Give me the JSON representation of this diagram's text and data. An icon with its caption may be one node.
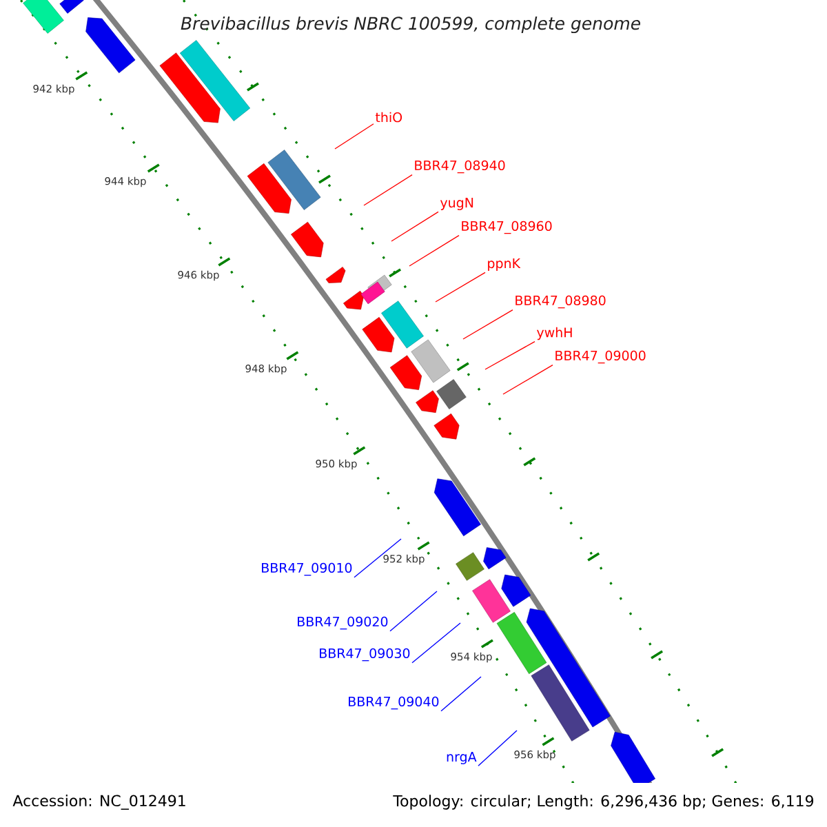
{
  "diagram": {
    "title": "Brevibacillus brevis NBRC 100599, complete genome",
    "nodes": [
      {
        "text": [
          "thiO"
        ]
      },
      {
        "text": [
          "BBR47_08940"
        ]
      },
      {
        "text": [
          "yugN"
        ]
      },
      {
        "text": [
          "BBR47_08960"
        ]
      },
      {
        "text": [
          "ppnK"
        ]
      },
      {
        "text": [
          "BBR47_08980"
        ]
      },
      {
        "text": [
          "ywhH"
        ]
      },
      {
        "text": [
          "BBR47_09000"
        ]
      },
      {
        "text": [
          "BBR47_09010"
        ]
      },
      {
        "text": [
          "BBR47_09020"
        ]
      },
      {
        "text": [
          "BBR47_09030"
        ]
      },
      {
        "text": [
          "BBR47_09040"
        ]
      },
      {
        "text": [
          "nrgA"
        ]
      }
    ],
    "edges": [
      {
        "from": 0,
        "to": null,
        "arrow": "none"
      },
      {
        "from": 1,
        "to": null,
        "arrow": "none"
      },
      {
        "from": 2,
        "to": null,
        "arrow": "none"
      },
      {
        "from": 3,
        "to": null,
        "arrow": "none"
      },
      {
        "from": 4,
        "to": null,
        "arrow": "none"
      },
      {
        "from": 5,
        "to": null,
        "arrow": "none"
      },
      {
        "from": 6,
        "to": null,
        "arrow": "none"
      },
      {
        "from": 7,
        "to": null,
        "arrow": "none"
      },
      {
        "from": 8,
        "to": null,
        "arrow": "none",
        "color": "#0000ff"
      },
      {
        "from": 9,
        "to": null,
        "arrow": "none",
        "color": "#0000ff"
      },
      {
        "from": 10,
        "to": null,
        "arrow": "none",
        "color": "#0000ff"
      },
      {
        "from": 11,
        "to": null,
        "arrow": "none",
        "color": "#0000ff"
      },
      {
        "from": 12,
        "to": null,
        "arrow": "none",
        "color": "#0000ff"
      }
    ],
    "labels": [
      "942 kbp",
      "944 kbp",
      "946 kbp",
      "948 kbp",
      "950 kbp",
      "952 kbp",
      "954 kbp",
      "956 kbp",
      "Accession: NC_012491",
      "Topology: circular; Length: 6,296,436 bp; Genes: 6,119"
    ]
  }
}
